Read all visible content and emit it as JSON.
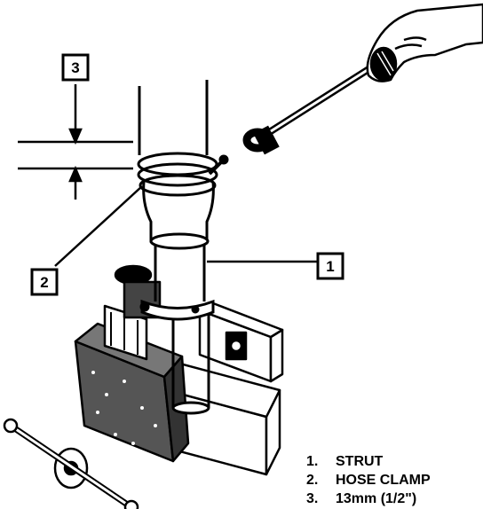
{
  "callouts": {
    "strut": "1",
    "hose_clamp": "2",
    "socket_size": "3"
  },
  "legend": [
    {
      "num": "1.",
      "label": "STRUT"
    },
    {
      "num": "2.",
      "label": "HOSE CLAMP"
    },
    {
      "num": "3.",
      "label": "13mm (1/2\")"
    }
  ]
}
